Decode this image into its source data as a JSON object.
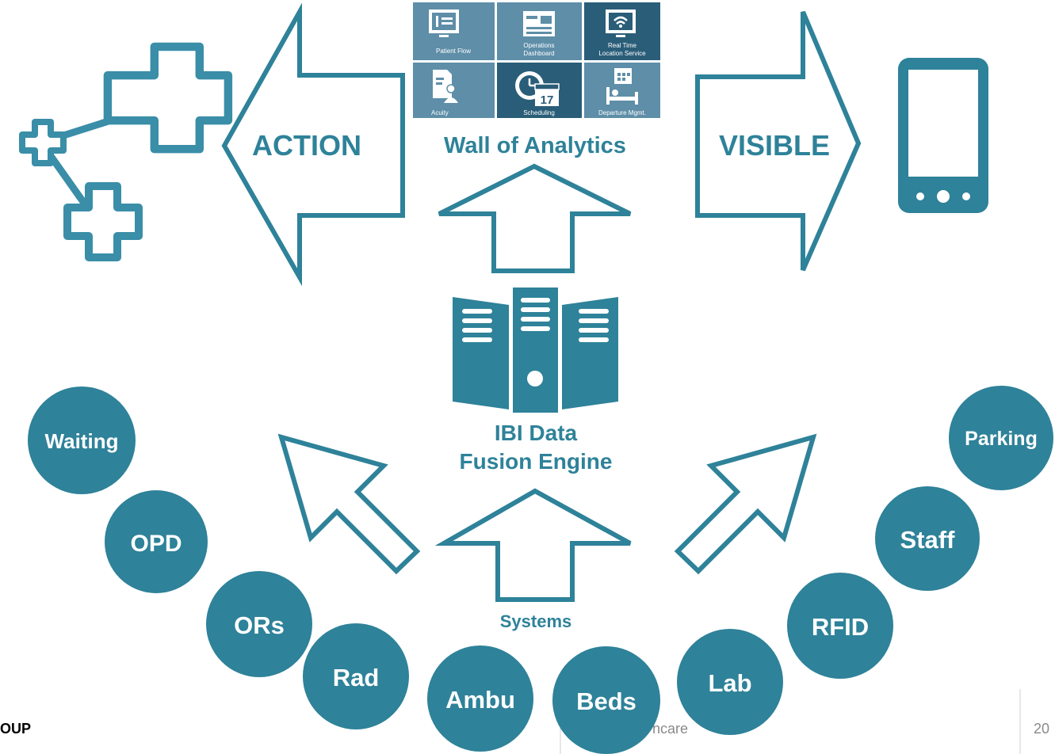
{
  "labels": {
    "action": "ACTION",
    "wall": "Wall of Analytics",
    "visible": "VISIBLE",
    "engine_line1": "IBI Data",
    "engine_line2": "Fusion Engine",
    "systems": "Systems"
  },
  "tiles": [
    {
      "label1": "Patient Flow",
      "label2": "",
      "icon": "monitor-bed-icon"
    },
    {
      "label1": "Operations",
      "label2": "Dashboard",
      "icon": "dashboard-icon"
    },
    {
      "label1": "Real Time",
      "label2": "Location Service",
      "icon": "wifi-monitor-icon"
    },
    {
      "label1": "Acuity",
      "label2": "",
      "icon": "document-person-icon"
    },
    {
      "label1": "Scheduling",
      "label2": "",
      "icon": "clock-calendar-icon"
    },
    {
      "label1": "Departure Mgmt.",
      "label2": "",
      "icon": "bed-calendar-icon"
    }
  ],
  "calendar_day": "17",
  "circles": [
    {
      "name": "circle-waiting",
      "label": "Waiting"
    },
    {
      "name": "circle-opd",
      "label": "OPD"
    },
    {
      "name": "circle-ors",
      "label": "ORs"
    },
    {
      "name": "circle-rad",
      "label": "Rad"
    },
    {
      "name": "circle-ambu",
      "label": "Ambu"
    },
    {
      "name": "circle-beds",
      "label": "Beds"
    },
    {
      "name": "circle-lab",
      "label": "Lab"
    },
    {
      "name": "circle-rfid",
      "label": "RFID"
    },
    {
      "name": "circle-staff",
      "label": "Staff"
    },
    {
      "name": "circle-parking",
      "label": "Parking"
    }
  ],
  "footer": {
    "left": "OUP",
    "center": "ncare",
    "page": "20"
  },
  "colors": {
    "teal": "#2e8299",
    "tile_light": "#5e8ea8",
    "tile_dark": "#2a5d78"
  }
}
